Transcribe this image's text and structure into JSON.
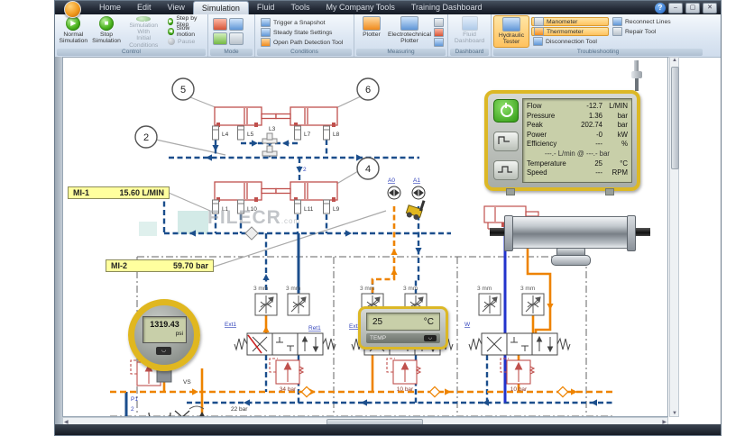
{
  "window": {
    "menu": [
      "Home",
      "Edit",
      "View",
      "Simulation",
      "Fluid",
      "Tools",
      "My Company Tools",
      "Training Dashboard"
    ],
    "controls": {
      "help": "?",
      "minimize": "–",
      "maximize": "▢",
      "close": "✕"
    }
  },
  "ribbon": {
    "control": {
      "caption": "Control",
      "normal": "Normal\nSimulation",
      "stop": "Stop\nSimulation",
      "initial": "Simulation With\nInitial Conditions",
      "step": "Step by Step",
      "slow": "Slow motion",
      "pause": "Pause"
    },
    "mode": {
      "caption": "Mode"
    },
    "conditions": {
      "caption": "Conditions",
      "snapshot": "Trigger a Snapshot",
      "steady": "Steady State Settings",
      "openpath": "Open Path Detection Tool"
    },
    "measuring": {
      "caption": "Measuring",
      "plotter": "Plotter",
      "electro": "Electrotechnical\nPlotter"
    },
    "dashboard": {
      "caption": "Dashboard",
      "fluid": "Fluid\nDashboard"
    },
    "troubleshooting": {
      "caption": "Troubleshooting",
      "tester": "Hydraulic\nTester",
      "manometer": "Manometer",
      "thermometer": "Thermometer",
      "disconnection": "Disconnection Tool",
      "reconnect": "Reconnect Lines",
      "repair": "Repair Tool"
    }
  },
  "canvas": {
    "callouts": {
      "c2": "2",
      "c4": "4",
      "c5": "5",
      "c6": "6"
    },
    "ports": {
      "top": [
        "L4",
        "L5",
        "L3",
        "L7",
        "L8"
      ],
      "middle": [
        "L1",
        "L10",
        "L11",
        "L9"
      ]
    },
    "line2": "2",
    "measure": {
      "mi1_name": "MI-1",
      "mi1_value": "15.60 L/MIN",
      "mi2_name": "MI-2",
      "mi2_value": "59.70 bar"
    },
    "labels": {
      "a0": "A0",
      "a1": "A1",
      "ext1": "Ext1",
      "ret1": "Ret1",
      "ext2": "Ext2",
      "w": "W",
      "vs": "VS",
      "p1": "P1",
      "p2": "2",
      "mm": "3 mm",
      "relief1": "34 bar",
      "relief2": "10 bar",
      "relief3": "10 bar",
      "pump_relief": "22 bar"
    },
    "watermark": {
      "text": "FILECR",
      "suffix": ".com"
    }
  },
  "devices": {
    "tester": {
      "rows": [
        {
          "label": "Flow",
          "value": "-12.7",
          "unit": "L/MIN"
        },
        {
          "label": "Pressure",
          "value": "1.36",
          "unit": "bar"
        },
        {
          "label": "Peak",
          "value": "202.74",
          "unit": "bar"
        },
        {
          "label": "Power",
          "value": "-0",
          "unit": "kW"
        },
        {
          "label": "Efficiency",
          "value": "---",
          "unit": "%"
        }
      ],
      "mid": "---.- L/min @ ---.- bar",
      "rows2": [
        {
          "label": "Temperature",
          "value": "25",
          "unit": "°C"
        },
        {
          "label": "Speed",
          "value": "---",
          "unit": "RPM"
        }
      ]
    },
    "gauge": {
      "value": "1319.43",
      "unit": "psi"
    },
    "thermometer": {
      "value": "25",
      "unit": "°C",
      "button": "TEMP"
    }
  }
}
